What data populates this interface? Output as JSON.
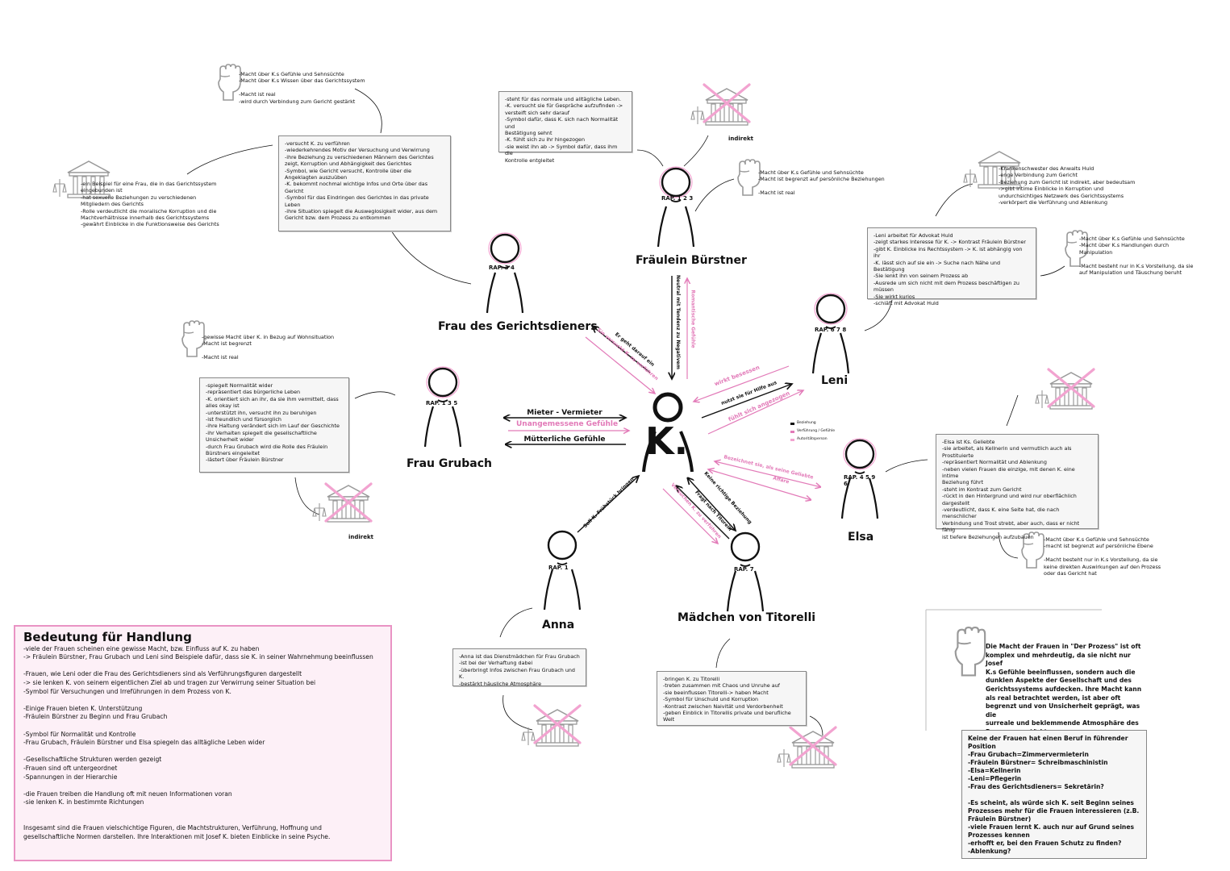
{
  "center": {
    "label": "K."
  },
  "colors": {
    "pink": "#e27ab8",
    "pink_light": "#fdf0f7",
    "black": "#111111",
    "gray": "#999999"
  },
  "icons": {
    "fist": "raised-fist-icon",
    "court": "courthouse-icon",
    "court_crossed": "crossed-courthouse-icon"
  },
  "characters": {
    "buerstner": {
      "name": "Fräulein Bürstner",
      "chapters": "RAP. 1 2 3",
      "court_label": "indirekt"
    },
    "gerichtsdiener": {
      "name": "Frau des Gerichtsdieners",
      "chapters": "RAP. 3 4"
    },
    "leni": {
      "name": "Leni",
      "chapters": "RAP. 6 7 8"
    },
    "grubach": {
      "name": "Frau Grubach",
      "chapters": "RAP. 1 3 5",
      "court_label": "indirekt"
    },
    "elsa": {
      "name": "Elsa",
      "chapters": "RAP. 4 5 9 6"
    },
    "anna": {
      "name": "Anna",
      "chapters": "RAP. 1"
    },
    "titorelli": {
      "name": "Mädchen von Titorelli",
      "chapters": "RAP. 7"
    }
  },
  "boxes": {
    "buerstner": [
      "-steht für das normale und alltägliche Leben.",
      "-K. versucht sie für Gespräche aufzufinden ->",
      "versteift sich sehr darauf",
      "-Symbol dafür, dass K. sich nach Normalität und",
      "Bestätigung sehnt",
      "-K. fühlt sich zu ihr hingezogen",
      "-sie weist ihn ab -> Symbol dafür, dass ihm die",
      "Kontrolle entgleitet"
    ],
    "gerichtsdiener": [
      "-versucht K. zu verführen",
      "-wiederkehrendes Motiv der Versuchung und Verwirrung",
      "-ihre Beziehung zu verschiedenen Männern des Gerichtes",
      "zeigt, Korruption und Abhängigkeit des Gerichtes",
      "-Symbol, wie Gericht versucht, Kontrolle über die",
      "Angeklagten auszuüben",
      "-K. bekommt nochmal wichtige Infos und Orte über das",
      "Gericht",
      "-Symbol für das Eindringen des Gerichtes in das private",
      "Leben",
      "-ihre Situation spiegelt die Ausweglosigkeit wider, aus dem",
      "Gericht bzw. dem Prozess zu entkommen"
    ],
    "leni": [
      "-Leni arbeitet für Advokat Huld",
      "-zeigt starkes Interesse für K. -> Kontrast Fräulein Bürstner",
      "-gibt K. Einblicke ins Rechtssystem -> K. ist abhängig von ihr",
      "-K. lässt sich auf sie ein -> Suche nach Nähe und Bestätigung",
      "-Sie lenkt ihn von seinem Prozess ab",
      "-Ausrede um sich nicht mit dem Prozess beschäftigen zu",
      "müssen",
      "-Sie wirkt kurios",
      "-schläft mit Advokat Huld"
    ],
    "grubach": [
      "-spiegelt Normalität wider",
      "-repräsentiert das bürgerliche Leben",
      "-K. orientiert sich an ihr, da sie ihm vermittelt, dass",
      "alles okay ist",
      "-unterstützt ihn, versucht ihn zu beruhigen",
      "-ist freundlich und fürsorglich",
      "-ihre Haltung verändert sich im Lauf der Geschichte",
      "-ihr Verhalten spiegelt die gesellschaftliche",
      "Unsicherheit wider",
      "-durch Frau Grubach wird die Rolle des Fräulein",
      "Bürstners eingeleitet",
      "-lästert über Fräulein Bürstner"
    ],
    "elsa": [
      "-Elsa ist Ks. Geliebte",
      "-sie arbeitet, als Kellnerin und vermutlich auch als",
      "Prostituierte",
      "-repräsentiert Normalität und Ablenkung",
      "-neben vielen Frauen die einzige, mit denen K. eine intime",
      "Beziehung führt",
      "-steht im Kontrast zum Gericht",
      "-rückt in den Hintergrund und wird nur oberflächlich",
      "dargestellt",
      "-verdeutlicht, dass K. eine Seite hat, die nach menschlicher",
      "Verbindung und Trost strebt, aber auch, dass er nicht fähig",
      "ist tiefere Beziehungen aufzubauen"
    ],
    "anna": [
      "-Anna ist das Dienstmädchen für Frau Grubach",
      "-ist bei der Verhaftung dabei",
      "-überbringt Infos zwischen Frau Grubach und K.",
      "-bestärkt häusliche Atmosphäre"
    ],
    "titorelli": [
      "-bringen K. zu Titorelli",
      "-treten zusammen mit Chaos und Unruhe auf",
      "-sie beeinflussen Titorelli-> haben Macht",
      "-Symbol für Unschuld und Korruption",
      "-Kontrast zwischen Naivität und Verdorbenheit",
      "-geben Einblick in Titorellis private und berufliche Welt"
    ]
  },
  "notes": {
    "gerichtsdiener_power": [
      "-Macht über K.s Gefühle und Sehnsüchte",
      "-Macht über K.s Wissen über das Gerichtssystem",
      "",
      "-Macht ist real",
      "-wird durch Verbindung zum Gericht gestärkt"
    ],
    "gerichtsdiener_court": [
      "-ein Beispiel für eine Frau, die in das Gerichtssystem",
      "eingebunden ist",
      "-hat sexuelle Beziehungen zu verschiedenen",
      "Mitgliedern des Gerichts",
      "-Rolle verdeutlicht die moralische Korruption und die",
      "Machtverhältnisse innerhalb des Gerichtssystems",
      "-gewährt Einblicke in die Funktionsweise des Gerichts"
    ],
    "buerstner_power": [
      "-Macht über K.s Gefühle und Sehnsüchte",
      "-Macht ist begrenzt auf persönliche Beziehungen",
      "",
      "-Macht ist real"
    ],
    "leni_court": [
      "-Krankenschwester des Anwalts Huld",
      "-enge Verbindung zum Gericht",
      "-Beziehung zum Gericht ist indirekt, aber bedeutsam",
      "->gibt intime Einblicke in Korruption und",
      "undurchsichtiges Netzwerk des Gerichtssystems",
      "-verkörpert die Verführung und Ablenkung"
    ],
    "leni_power": [
      "-Macht über K.s Gefühle und Sehnsüchte",
      "-Macht über K.s Handlungen durch",
      "Manipulation",
      "",
      "-Macht besteht nur in K.s Vorstellung, da sie",
      "auf Manipulation und Täuschung beruht"
    ],
    "grubach_power": [
      "-gewisse Macht über K. in Bezug auf Wohnsituation",
      "-Macht ist begrenzt",
      "",
      "-Macht ist real"
    ],
    "elsa_power": [
      "-Macht über K.s Gefühle und Sehnsüchte",
      "-macht ist begrenzt auf persönliche Ebene",
      "",
      "-Macht besteht nur in K.s Vorstellung, da sie",
      "keine direkten Auswirkungen auf den Prozess",
      "oder das Gericht hat"
    ]
  },
  "arrows": {
    "grubach_top": "Mieter - Vermieter",
    "grubach_mid": "Unangemessene Gefühle",
    "grubach_bottom": "Mütterliche Gefühle",
    "gd_black": "Er geht darauf ein",
    "gd_pink": "Sie versucht K. zu verführen",
    "buer_black": "Neutral mit Tendenz zu Negativem",
    "buer_pink": "Romantische Gefühle",
    "leni_pink1": "wirkt besessen",
    "leni_black": "nutzt sie für Hilfe aus",
    "leni_pink2": "fühlt sich angezogen",
    "elsa_pink1": "Bezeichnet sie, als seine Geliebte",
    "elsa_pink2": "Affäre",
    "anna_black": "Soll K. Frühstück bringen",
    "tit_black1": "Keine richtige Beziehung",
    "tit_black2": "Fragt nach Titorelli",
    "tit_pink": "Versuchen K. zu verführen"
  },
  "legend": [
    "Beziehung",
    "Verführung / Gefühle",
    "Autoritätsperson"
  ],
  "summary": {
    "title": "Bedeutung für Handlung",
    "lines": [
      "-viele der Frauen scheinen eine gewisse Macht, bzw. Einfluss auf K. zu haben",
      "-> Fräulein Bürstner, Frau Grubach und Leni sind Beispiele dafür, dass sie K. in seiner Wahrnehmung beeinflussen",
      "",
      "-Frauen, wie Leni oder die Frau des Gerichtsdieners sind als Verführungsfiguren dargestellt",
      "-> sie lenken K. von seinem eigentlichen Ziel ab und tragen zur Verwirrung seiner Situation bei",
      "-Symbol für Versuchungen und Irreführungen in dem Prozess von K.",
      "",
      "-Einige Frauen bieten K. Unterstützung",
      "-Fräulein Bürstner zu Beginn und Frau Grubach",
      "",
      "-Symbol für Normalität und Kontrolle",
      "-Frau Grubach, Fräulein Bürstner und Elsa spiegeln das alltägliche Leben wider",
      "",
      "-Gesellschaftliche Strukturen werden gezeigt",
      "-Frauen sind oft untergeordnet",
      "-Spannungen in der Hierarchie",
      "",
      "-die Frauen treiben die Handlung oft mit neuen Informationen voran",
      "-sie lenken K. in bestimmte Richtungen",
      "",
      "",
      "Insgesamt sind die Frauen vielschichtige Figuren, die Machtstrukturen, Verführung, Hoffnung und",
      "gesellschaftliche Normen darstellen. Ihre Interaktionen mit Josef K. bieten Einblicke in seine Psyche."
    ]
  },
  "conclusion": [
    "Die Macht der Frauen in \"Der Prozess\" ist oft",
    "komplex und mehrdeutig, da sie nicht nur Josef",
    "K.s Gefühle beeinflussen, sondern auch die",
    "dunklen Aspekte der Gesellschaft und des",
    "Gerichtssystems aufdecken. Ihre Macht kann",
    "als real betrachtet werden, ist aber oft",
    "begrenzt und von Unsicherheit geprägt, was die",
    "surreale und beklemmende Atmosphäre des",
    "Romans verstärkt."
  ],
  "jobs": [
    "Keine der Frauen hat einen Beruf in führender Position",
    "-Frau Grubach=Zimmervermieterin",
    "-Fräulein Bürstner= Schreibmaschinistin",
    "-Elsa=Kellnerin",
    "-Leni=Pflegerin",
    "-Frau des Gerichtsdieners= Sekretärin?",
    "",
    "-Es scheint, als würde sich K. seit Beginn seines",
    "Prozesses mehr für die Frauen interessieren (z.B.",
    "Fräulein Bürstner)",
    "-viele Frauen lernt K. auch nur auf Grund seines",
    "Prozesses kennen",
    "-erhofft er, bei den Frauen Schutz zu finden?",
    "-Ablenkung?"
  ]
}
